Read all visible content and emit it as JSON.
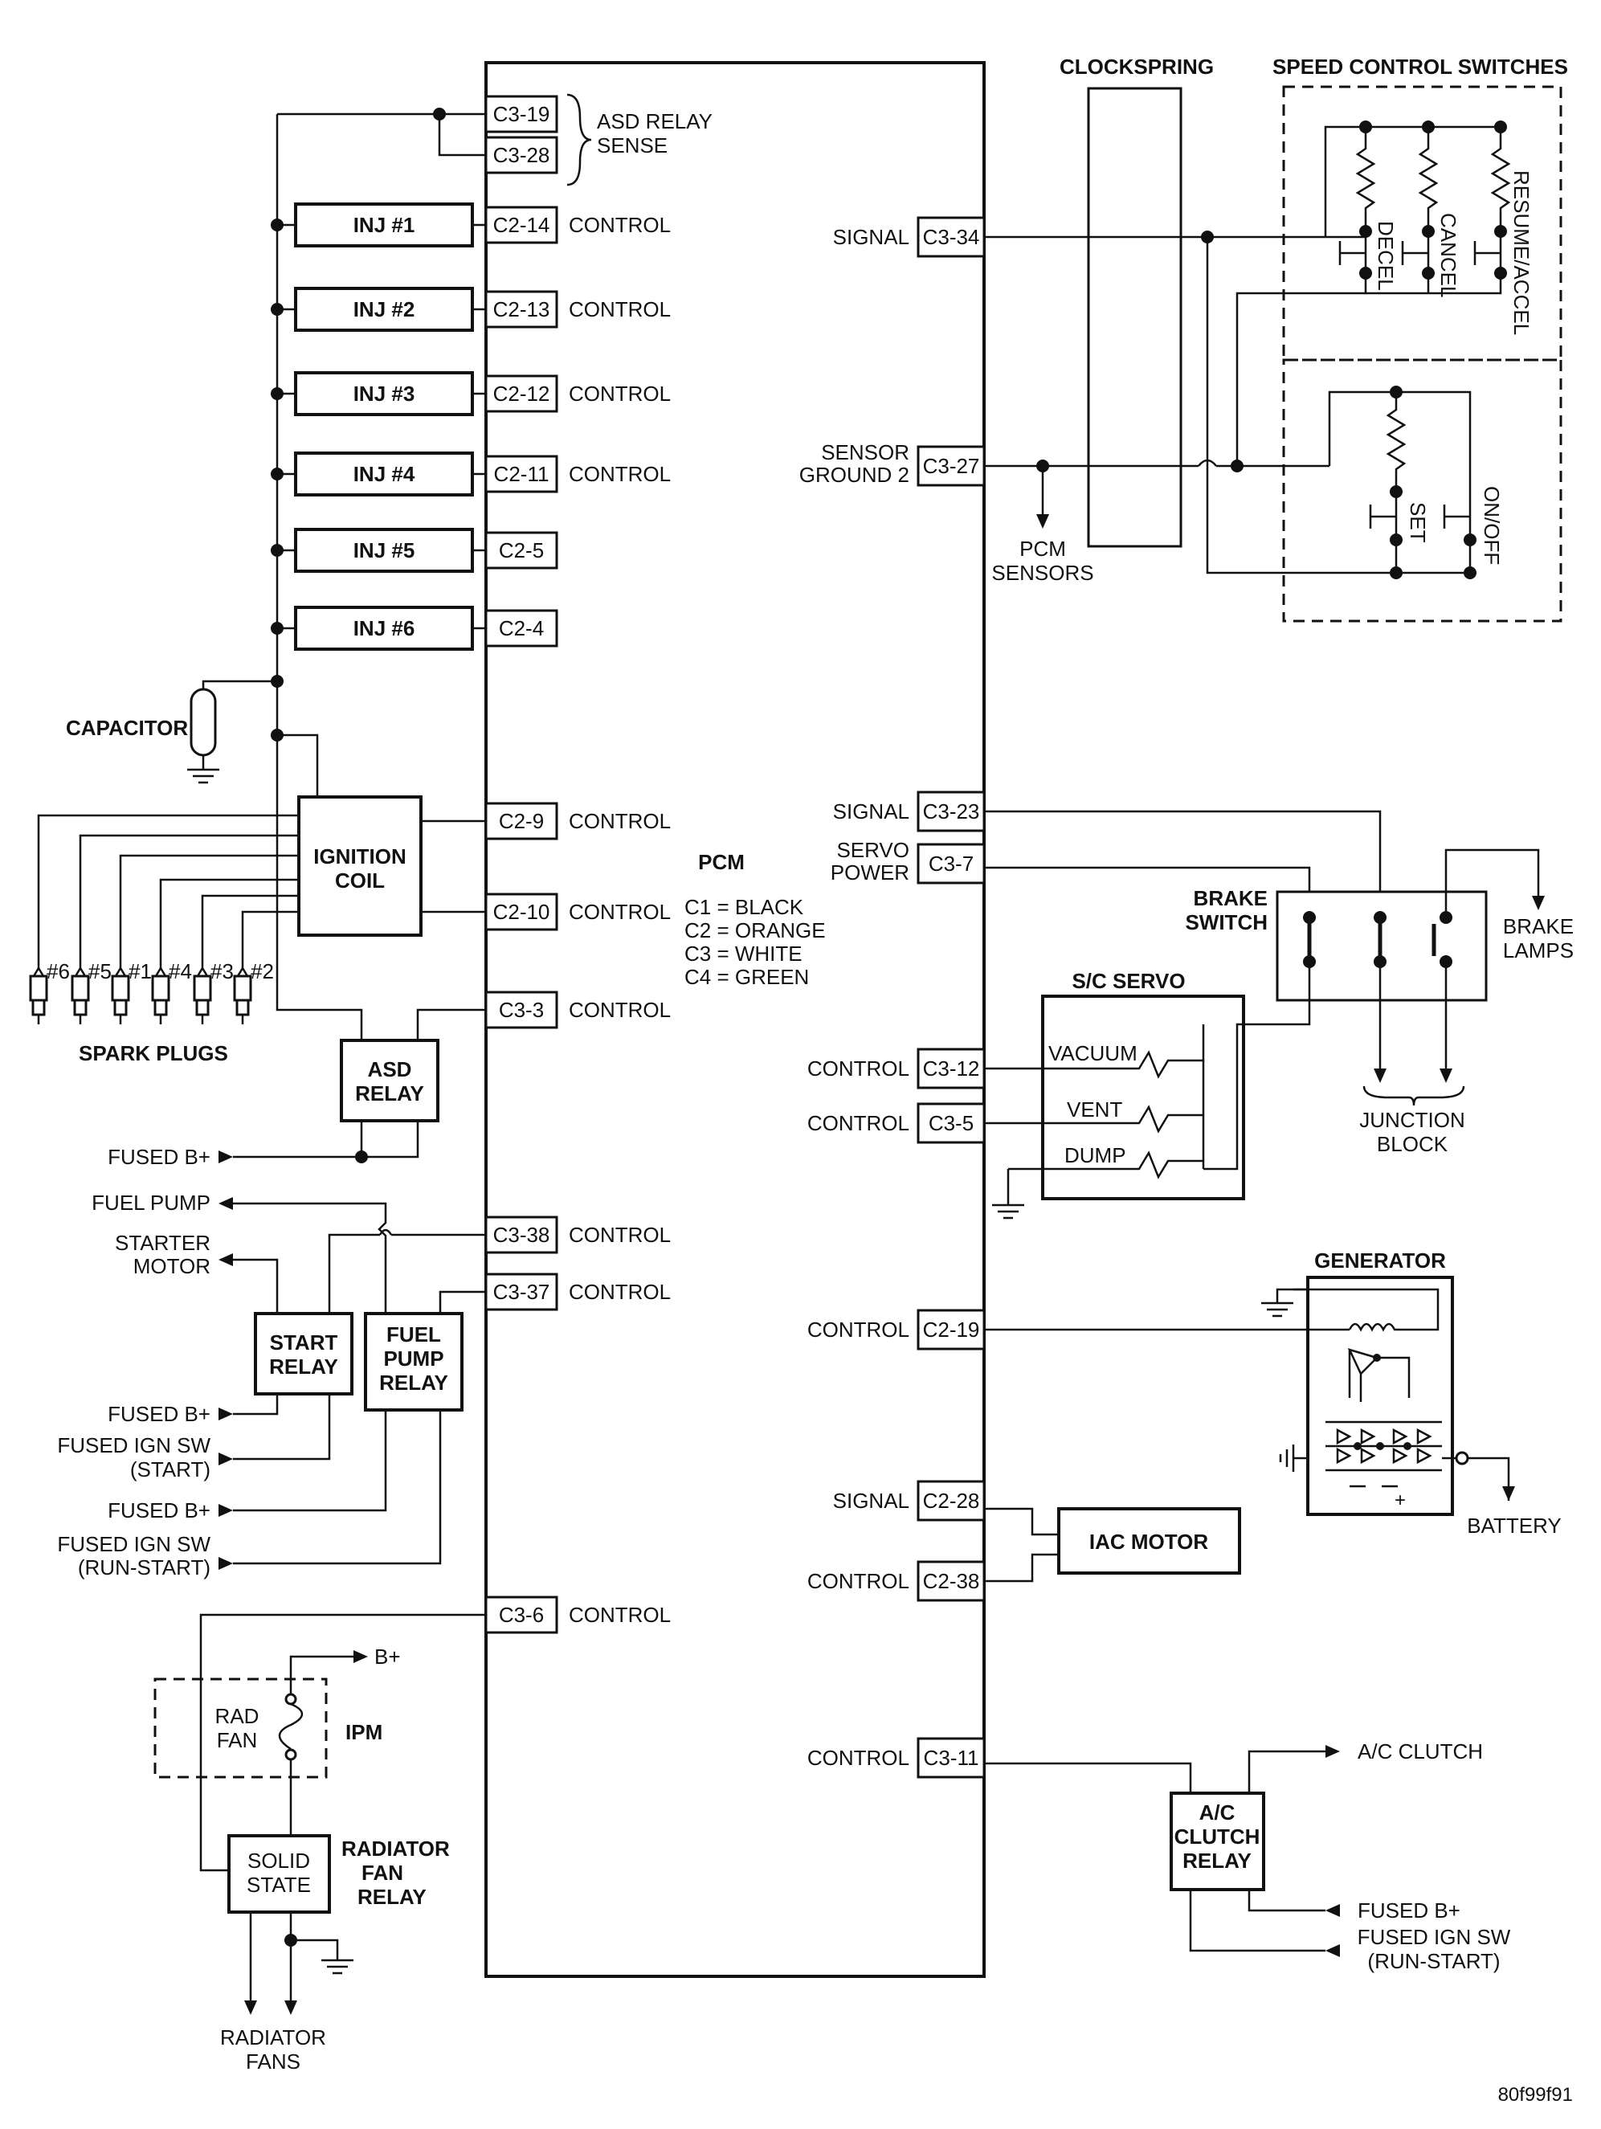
{
  "pcm": {
    "title": "PCM",
    "legend": [
      "C1 = BLACK",
      "C2 = ORANGE",
      "C3 = WHITE",
      "C4 = GREEN"
    ]
  },
  "left_pins": [
    {
      "pin": "C3-19",
      "label": ""
    },
    {
      "pin": "C3-28",
      "label": ""
    },
    {
      "pin": "C2-14",
      "label": "CONTROL"
    },
    {
      "pin": "C2-13",
      "label": "CONTROL"
    },
    {
      "pin": "C2-12",
      "label": "CONTROL"
    },
    {
      "pin": "C2-11",
      "label": "CONTROL"
    },
    {
      "pin": "C2-5",
      "label": ""
    },
    {
      "pin": "C2-4",
      "label": ""
    },
    {
      "pin": "C2-9",
      "label": "CONTROL"
    },
    {
      "pin": "C2-10",
      "label": "CONTROL"
    },
    {
      "pin": "C3-3",
      "label": "CONTROL"
    },
    {
      "pin": "C3-38",
      "label": "CONTROL"
    },
    {
      "pin": "C3-37",
      "label": "CONTROL"
    },
    {
      "pin": "C3-6",
      "label": "CONTROL"
    }
  ],
  "asd_sense": [
    "ASD RELAY",
    "SENSE"
  ],
  "right_pins": [
    {
      "pin": "C3-34",
      "label": [
        "SIGNAL"
      ]
    },
    {
      "pin": "C3-27",
      "label": [
        "SENSOR",
        "GROUND 2"
      ]
    },
    {
      "pin": "C3-23",
      "label": [
        "SIGNAL"
      ]
    },
    {
      "pin": "C3-7",
      "label": [
        "SERVO",
        "POWER"
      ]
    },
    {
      "pin": "C3-12",
      "label": [
        "CONTROL"
      ]
    },
    {
      "pin": "C3-5",
      "label": [
        "CONTROL"
      ]
    },
    {
      "pin": "C2-19",
      "label": [
        "CONTROL"
      ]
    },
    {
      "pin": "C2-28",
      "label": [
        "SIGNAL"
      ]
    },
    {
      "pin": "C2-38",
      "label": [
        "CONTROL"
      ]
    },
    {
      "pin": "C3-11",
      "label": [
        "CONTROL"
      ]
    }
  ],
  "injectors": [
    "INJ #1",
    "INJ #2",
    "INJ #3",
    "INJ #4",
    "INJ #5",
    "INJ #6"
  ],
  "capacitor": "CAPACITOR",
  "ignition_coil": [
    "IGNITION",
    "COIL"
  ],
  "spark_plugs": {
    "label": "SPARK PLUGS",
    "numbers": [
      "#6",
      "#5",
      "#1",
      "#4",
      "#3",
      "#2"
    ]
  },
  "asd_relay": [
    "ASD",
    "RELAY"
  ],
  "fused_b_plus": "FUSED B+",
  "fuel_pump": "FUEL PUMP",
  "starter_motor": [
    "STARTER",
    "MOTOR"
  ],
  "start_relay": [
    "START",
    "RELAY"
  ],
  "fuel_pump_relay": [
    "FUEL",
    "PUMP",
    "RELAY"
  ],
  "fused_ign_start": [
    "FUSED IGN SW",
    "(START)"
  ],
  "fused_ign_run_start": [
    "FUSED IGN SW",
    "(RUN-START)"
  ],
  "b_plus": "B+",
  "rad_fan": [
    "RAD",
    "FAN"
  ],
  "ipm": "IPM",
  "solid_state": [
    "SOLID",
    "STATE"
  ],
  "radiator_fan_relay": [
    "RADIATOR",
    "FAN",
    "RELAY"
  ],
  "radiator_fans": [
    "RADIATOR",
    "FANS"
  ],
  "clockspring": "CLOCKSPRING",
  "speed_control_switches": "SPEED CONTROL SWITCHES",
  "switches": [
    "DECEL",
    "CANCEL",
    "RESUME/ACCEL",
    "SET",
    "ON/OFF"
  ],
  "pcm_sensors": [
    "PCM",
    "SENSORS"
  ],
  "brake_switch": [
    "BRAKE",
    "SWITCH"
  ],
  "brake_lamps": [
    "BRAKE",
    "LAMPS"
  ],
  "sc_servo": "S/C SERVO",
  "servo_lines": [
    "VACUUM",
    "VENT",
    "DUMP"
  ],
  "junction_block": [
    "JUNCTION",
    "BLOCK"
  ],
  "generator": "GENERATOR",
  "battery": "BATTERY",
  "iac_motor": "IAC MOTOR",
  "ac_clutch": "A/C CLUTCH",
  "ac_clutch_relay": [
    "A/C",
    "CLUTCH",
    "RELAY"
  ],
  "figure_id": "80f99f91"
}
